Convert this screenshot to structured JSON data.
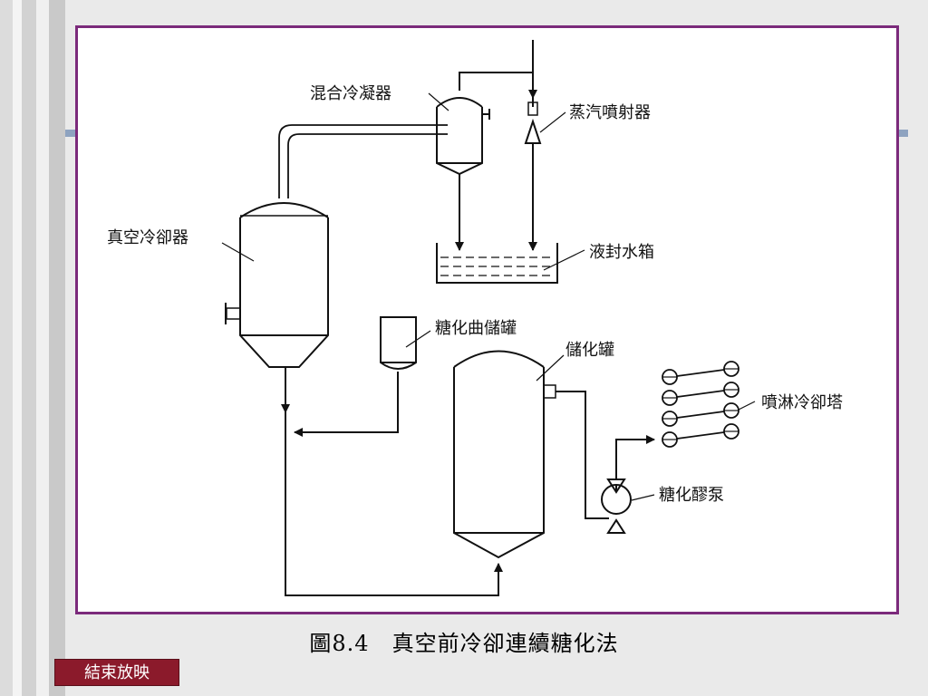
{
  "colors": {
    "frame_border": "#7b2a7b",
    "accent_bar": "#8ea3c0",
    "end_button_bg": "#8b1a2b"
  },
  "diagram": {
    "labels": {
      "mixing_condenser": "混合冷凝器",
      "steam_ejector": "蒸汽噴射器",
      "vacuum_cooler": "真空冷卻器",
      "liquid_seal_tank": "液封水箱",
      "malt_storage": "糖化曲儲罐",
      "storage_tank": "儲化罐",
      "spray_cooling_tower": "噴淋冷卻塔",
      "enzyme_pump": "糖化醪泵"
    }
  },
  "caption": "圖8.4　真空前冷卻連續糖化法",
  "end_button": {
    "label": "結束放映"
  }
}
